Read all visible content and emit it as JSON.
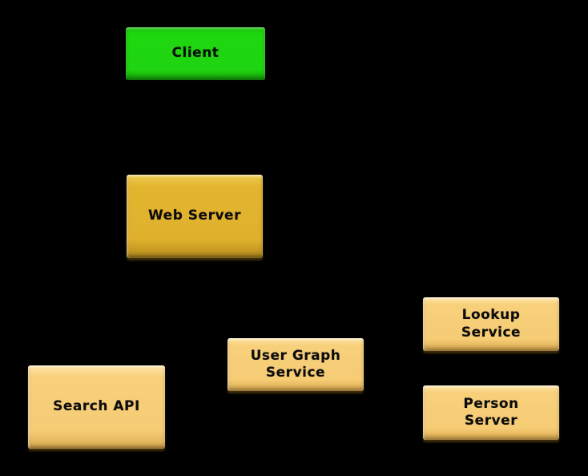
{
  "diagram": {
    "title": "service-architecture-diagram",
    "background_color": "#000000",
    "node_text_color": "#0c0c0c",
    "colors": {
      "client_green": "#1fd411",
      "web_server_gold": "#e3b52f",
      "service_tan": "#f8d07b"
    },
    "nodes": [
      {
        "id": "client",
        "label": "Client"
      },
      {
        "id": "web-server",
        "label": "Web Server"
      },
      {
        "id": "search-api",
        "label": "Search API"
      },
      {
        "id": "user-graph-service",
        "label": "User Graph\nService"
      },
      {
        "id": "lookup-service",
        "label": "Lookup\nService"
      },
      {
        "id": "person-server",
        "label": "Person\nServer"
      }
    ]
  }
}
